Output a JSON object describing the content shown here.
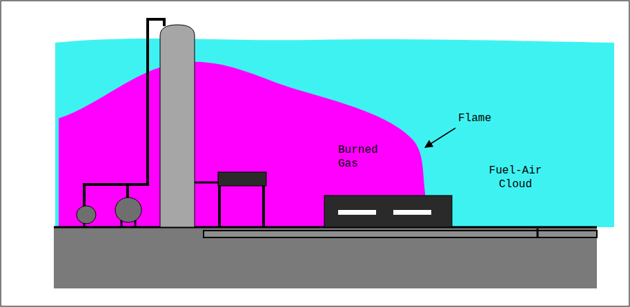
{
  "diagram": {
    "labels": [
      "Flame",
      "Burned Gas",
      "Fuel-Air Cloud"
    ]
  }
}
